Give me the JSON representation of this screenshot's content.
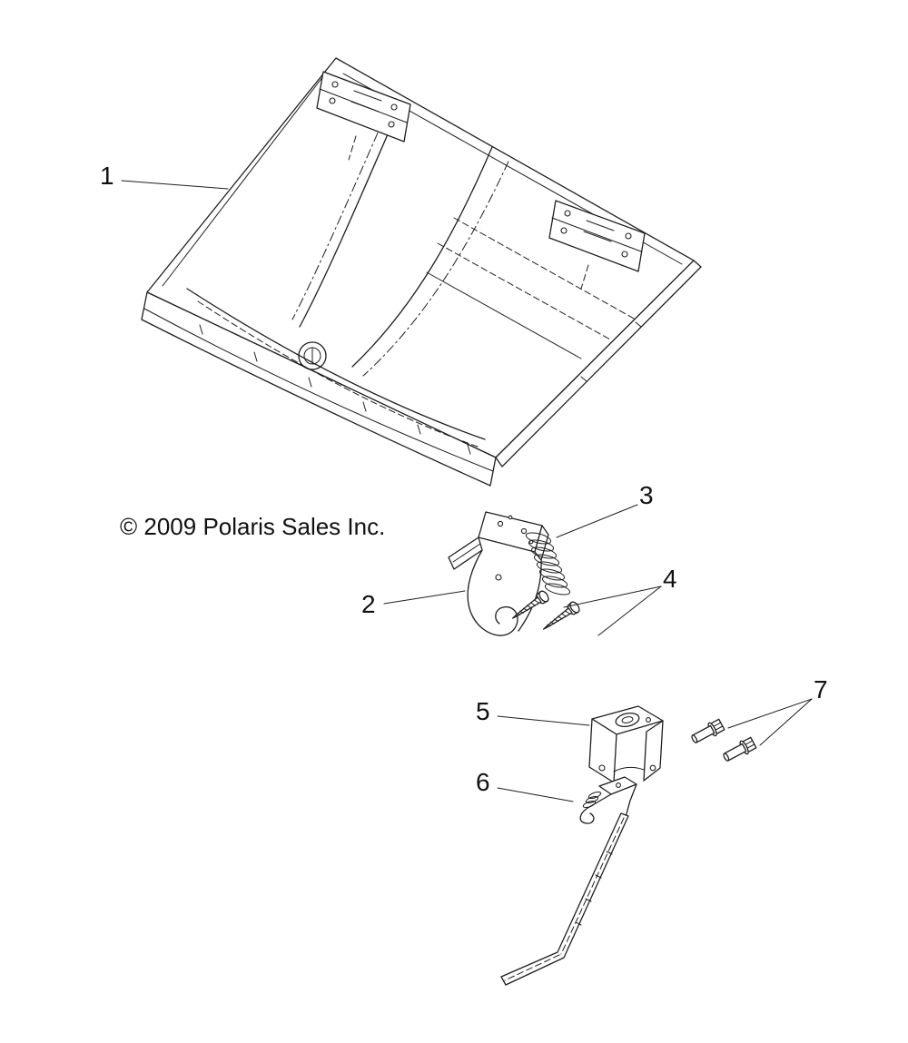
{
  "page": {
    "background_color": "#ffffff",
    "line_color": "#1f1f1f"
  },
  "diagram": {
    "copyright": "© 2009 Polaris Sales Inc.",
    "callouts": [
      {
        "label": "1",
        "part": "hood-panel"
      },
      {
        "label": "2",
        "part": "hood-latch"
      },
      {
        "label": "3",
        "part": "latch-spring"
      },
      {
        "label": "4",
        "part": "latch-screws"
      },
      {
        "label": "5",
        "part": "latch-bracket"
      },
      {
        "label": "6",
        "part": "hood-hook-rod"
      },
      {
        "label": "7",
        "part": "bracket-bolts"
      }
    ]
  }
}
